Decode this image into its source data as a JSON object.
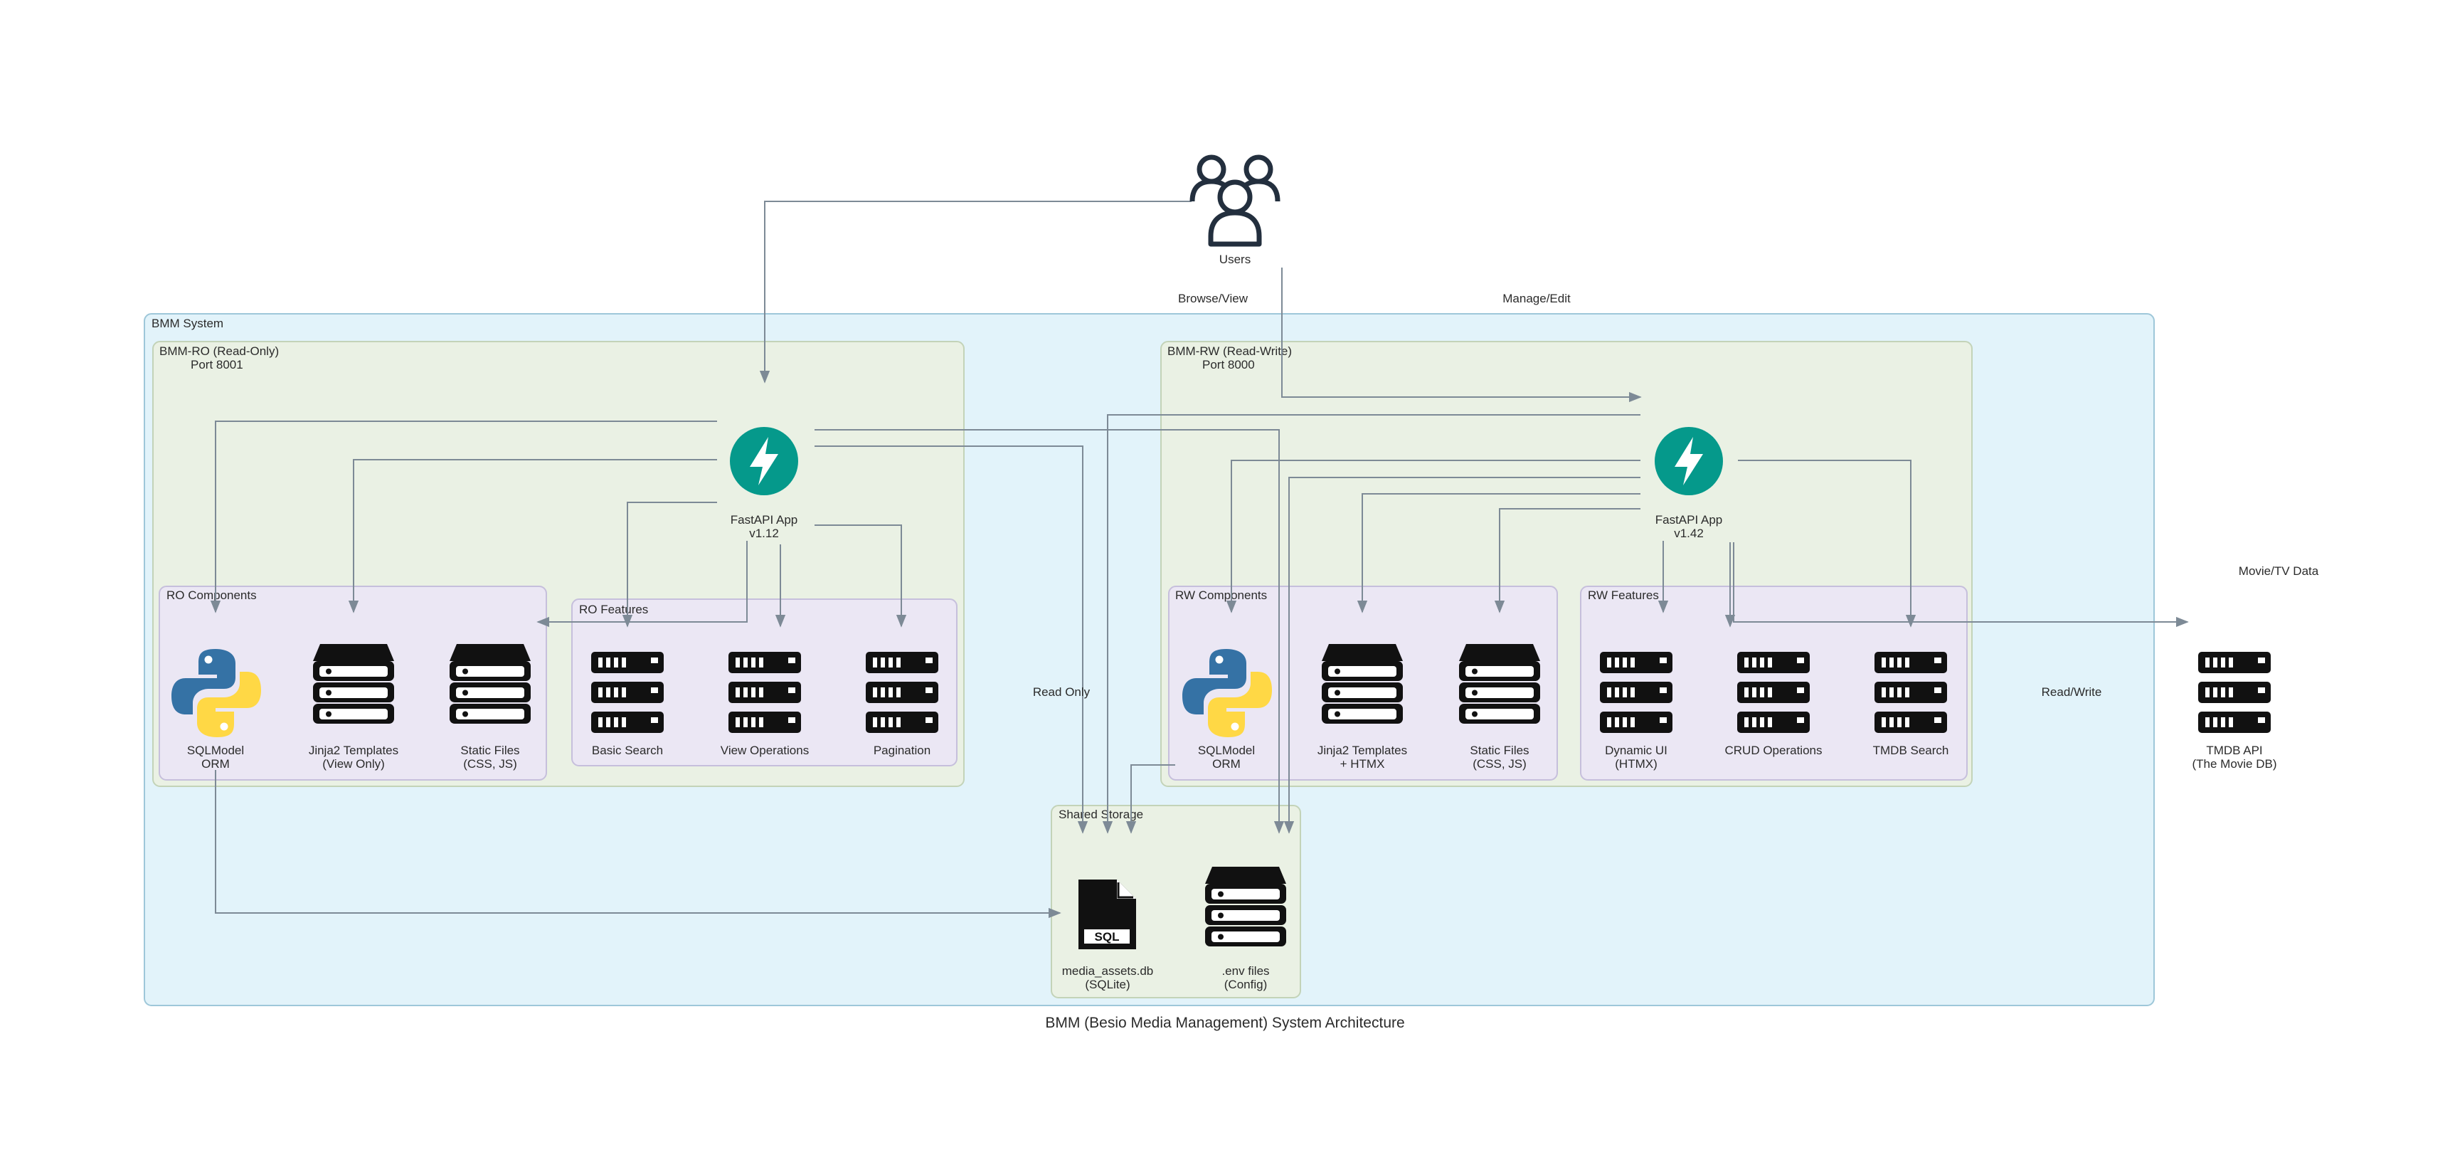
{
  "title": "BMM (Besio Media Management) System Architecture",
  "colors": {
    "system_fill": "#e2f3fa",
    "system_stroke": "#9ec7d9",
    "app_fill": "#eaf1e4",
    "app_stroke": "#c3d3b8",
    "group_fill": "#ebe7f4",
    "group_stroke": "#c6bfdc",
    "fastapi": "#05998b",
    "edge": "#7d8a96",
    "python_blue": "#3572a5",
    "python_yellow": "#ffd845",
    "icon_dark": "#111111",
    "users_icon": "#232f3e"
  },
  "clusters": {
    "system": "BMM System",
    "ro_app": [
      "BMM-RO (Read-Only)",
      "Port 8001"
    ],
    "rw_app": [
      "BMM-RW (Read-Write)",
      "Port 8000"
    ],
    "ro_components": "RO Components",
    "ro_features": "RO Features",
    "rw_components": "RW Components",
    "rw_features": "RW Features",
    "shared_storage": "Shared Storage"
  },
  "nodes": {
    "users": {
      "icon": "users-icon",
      "label": [
        "Users"
      ]
    },
    "ro_fastapi": {
      "icon": "fastapi-icon",
      "label": [
        "FastAPI App",
        "v1.12"
      ]
    },
    "rw_fastapi": {
      "icon": "fastapi-icon",
      "label": [
        "FastAPI App",
        "v1.42"
      ]
    },
    "ro_sqlmodel": {
      "icon": "python-icon",
      "label": [
        "SQLModel",
        "ORM"
      ]
    },
    "ro_jinja": {
      "icon": "server-stack-icon",
      "label": [
        "Jinja2 Templates",
        "(View Only)"
      ]
    },
    "ro_static": {
      "icon": "server-stack-icon",
      "label": [
        "Static Files",
        "(CSS, JS)"
      ]
    },
    "ro_basic_search": {
      "icon": "rack-server-icon",
      "label": [
        "Basic Search"
      ]
    },
    "ro_view_ops": {
      "icon": "rack-server-icon",
      "label": [
        "View Operations"
      ]
    },
    "ro_pagination": {
      "icon": "rack-server-icon",
      "label": [
        "Pagination"
      ]
    },
    "rw_sqlmodel": {
      "icon": "python-icon",
      "label": [
        "SQLModel",
        "ORM"
      ]
    },
    "rw_jinja": {
      "icon": "server-stack-icon",
      "label": [
        "Jinja2 Templates",
        "+ HTMX"
      ]
    },
    "rw_static": {
      "icon": "server-stack-icon",
      "label": [
        "Static Files",
        "(CSS, JS)"
      ]
    },
    "rw_dynamic_ui": {
      "icon": "rack-server-icon",
      "label": [
        "Dynamic UI",
        "(HTMX)"
      ]
    },
    "rw_crud": {
      "icon": "rack-server-icon",
      "label": [
        "CRUD Operations"
      ]
    },
    "rw_tmdb_search": {
      "icon": "rack-server-icon",
      "label": [
        "TMDB Search"
      ]
    },
    "db": {
      "icon": "sql-file-icon",
      "badge": "SQL",
      "label": [
        "media_assets.db",
        "(SQLite)"
      ]
    },
    "env": {
      "icon": "server-stack-icon",
      "label": [
        ".env files",
        "(Config)"
      ]
    },
    "tmdb": {
      "icon": "rack-server-icon",
      "label": [
        "TMDB API",
        "(The Movie DB)"
      ]
    }
  },
  "edge_labels": {
    "browse": "Browse/View",
    "manage": "Manage/Edit",
    "read_only": "Read Only",
    "read_write": "Read/Write",
    "movie_tv": "Movie/TV Data"
  }
}
